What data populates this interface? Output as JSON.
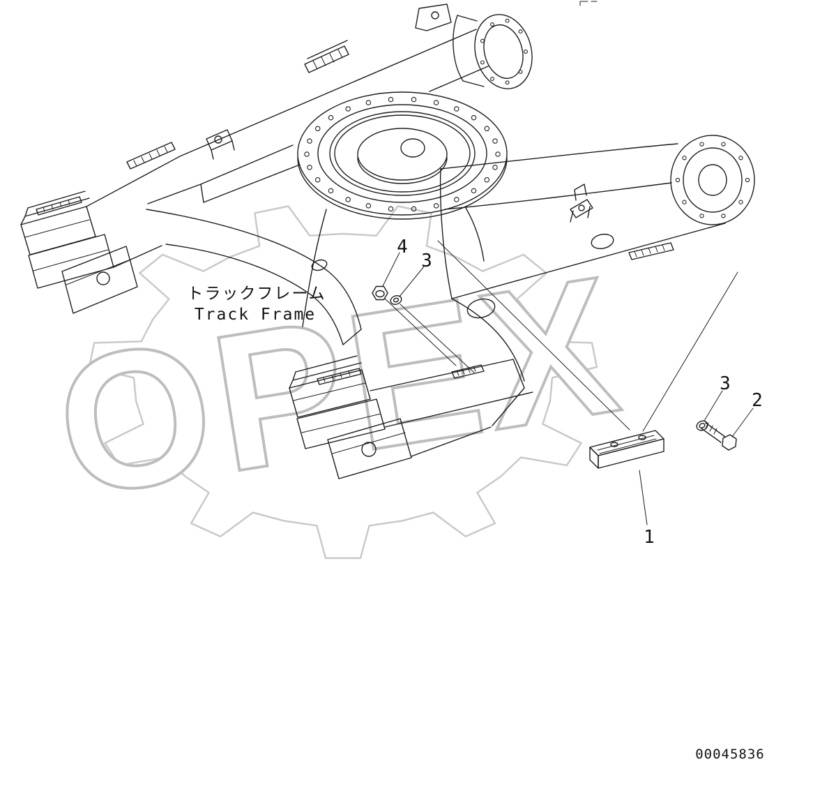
{
  "diagram": {
    "watermark": "OPEX",
    "frame_label_jp": "トラックフレーム",
    "frame_label_en": "Track Frame",
    "part_number": "00045836",
    "callouts": [
      {
        "label": "4"
      },
      {
        "label": "3"
      },
      {
        "label": "3"
      },
      {
        "label": "2"
      },
      {
        "label": "1"
      }
    ]
  }
}
